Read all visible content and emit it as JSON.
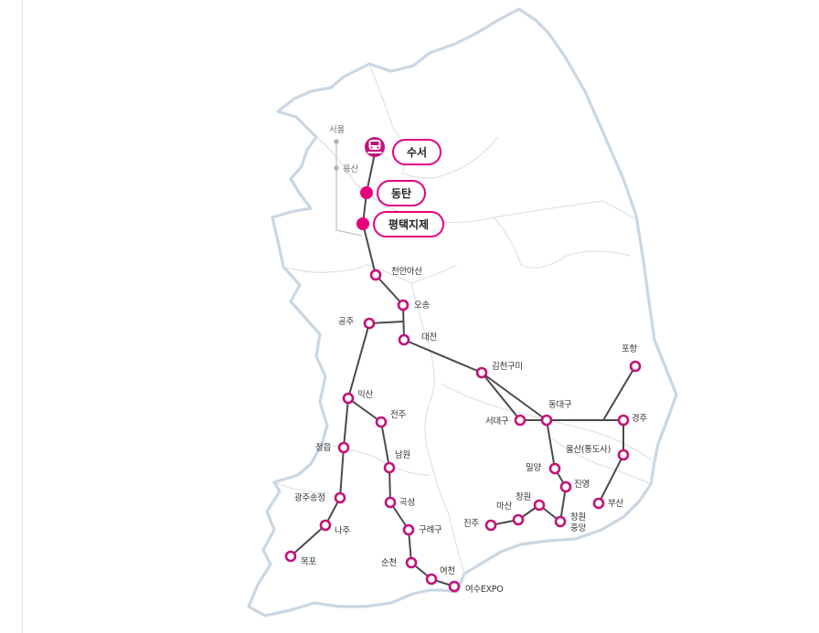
{
  "map": {
    "colors": {
      "line": "#4a4a4a",
      "station_ring": "#c4117a",
      "highlight": "#e5007e",
      "coast": "#c9d7e4",
      "other_station": "#b5b5b5"
    },
    "highlighted_stations": [
      "수서",
      "동탄",
      "평택지제"
    ],
    "terminal_icon": "train-icon",
    "stations": {
      "cheonan_asan": "천안아산",
      "osong": "오송",
      "daejeon": "대전",
      "gongju": "공주",
      "iksan": "익산",
      "jeonju": "전주",
      "jeongeup": "정읍",
      "namwon": "남원",
      "gwangju_songjeong": "광주송정",
      "gokseong": "곡성",
      "naju": "나주",
      "guryegu": "구례구",
      "mokpo": "목포",
      "suncheon": "순천",
      "yeocheon": "여천",
      "yeosu_expo": "여수EXPO",
      "gimcheon_gumi": "김천구미",
      "seodaegu": "서대구",
      "dongdaegu": "동대구",
      "pohang": "포항",
      "gyeongju": "경주",
      "ulsan": "울산(통도사)",
      "busan": "부산",
      "miryang": "밀양",
      "jinyeong": "진영",
      "changwon": "창원",
      "changwon_jungang": [
        "창원",
        "중앙"
      ],
      "masan": "마산",
      "jinju": "진주"
    },
    "other_stations": {
      "seoul": "서울",
      "yongsan": "용산"
    }
  }
}
